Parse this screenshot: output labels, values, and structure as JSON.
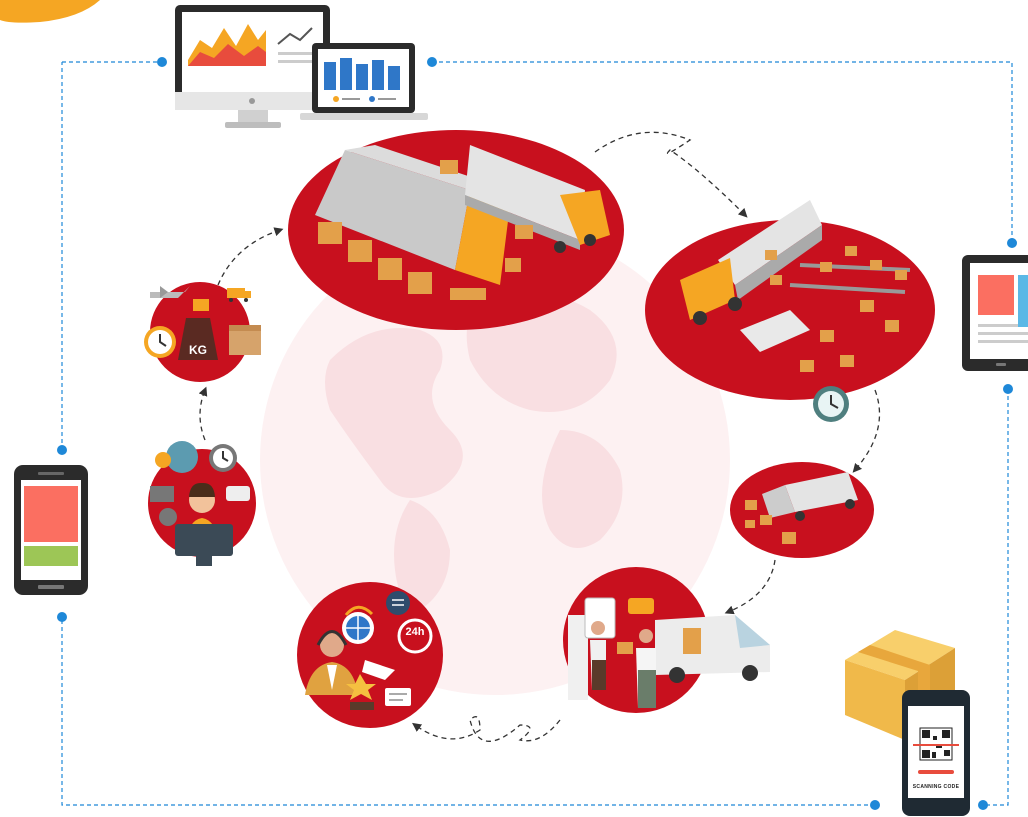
{
  "diagram": {
    "labels": {
      "weight": "KG",
      "hours": "24h",
      "qr_caption": "SCANNING CODE"
    },
    "stages": [
      {
        "icon": "customer-support-agent-icon"
      },
      {
        "icon": "air-freight-weight-icon"
      },
      {
        "icon": "warehouse-truck-icon"
      },
      {
        "icon": "truck-unloading-sorting-icon"
      },
      {
        "icon": "van-parcel-loading-icon"
      },
      {
        "icon": "door-delivery-icon"
      },
      {
        "icon": "customer-service-award-icon"
      }
    ],
    "devices": [
      {
        "icon": "desktop-monitor-icon"
      },
      {
        "icon": "laptop-icon"
      },
      {
        "icon": "tablet-icon"
      },
      {
        "icon": "smartphone-icon"
      },
      {
        "icon": "qr-scanner-phone-icon"
      },
      {
        "icon": "cardboard-box-icon"
      }
    ],
    "colors": {
      "brand_red": "#c8101e",
      "flow_line": "#333333",
      "frame_line": "#1e88d8",
      "accent_orange": "#f5a623",
      "box_yellow": "#f3c05b",
      "globe_pink": "#fbe4e6"
    }
  }
}
